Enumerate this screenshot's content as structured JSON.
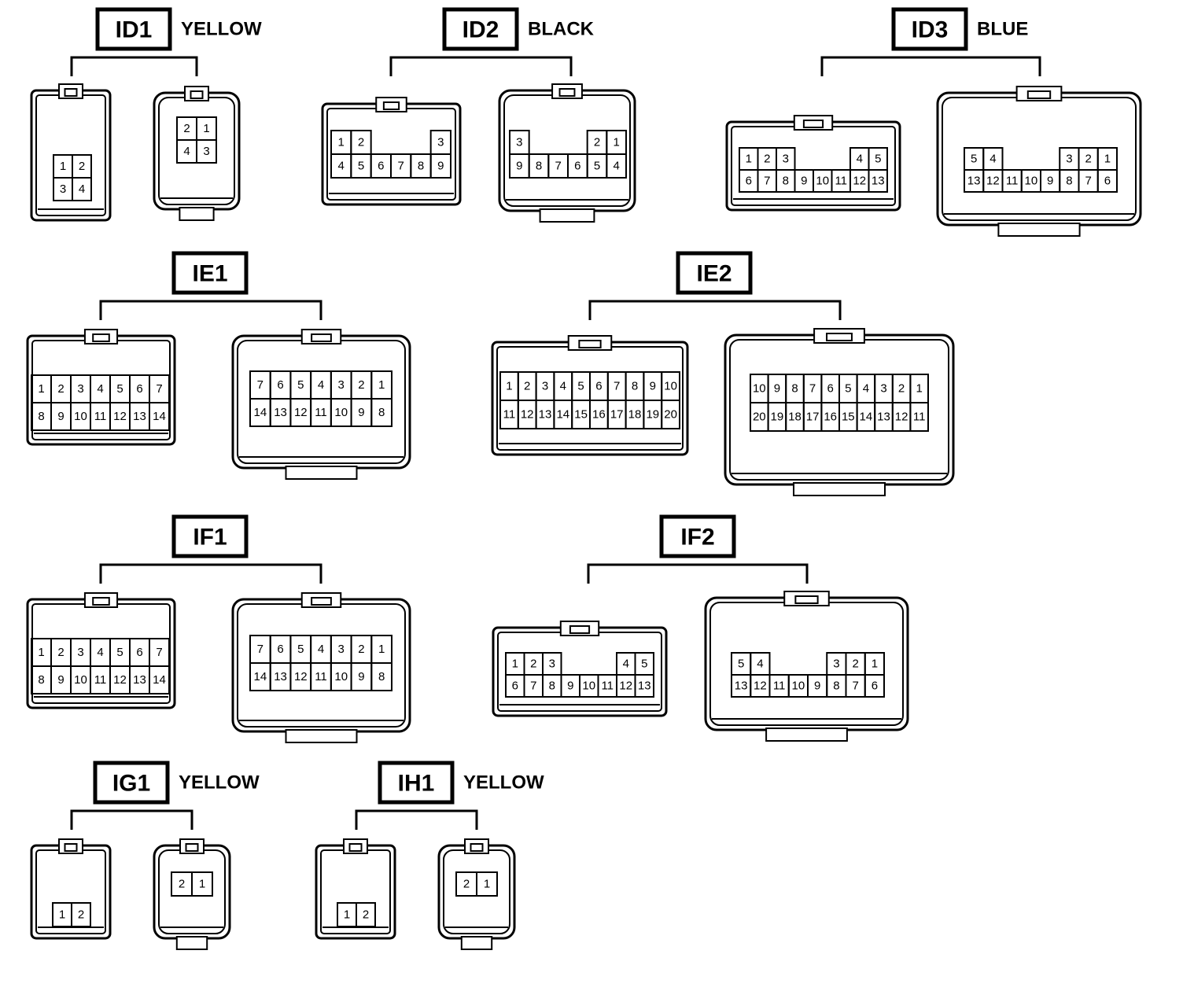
{
  "groups": [
    {
      "label": "ID1",
      "color": "YELLOW",
      "left": {
        "rows": [
          [
            "1",
            "2"
          ],
          [
            "3",
            "4"
          ]
        ]
      },
      "right": {
        "rows": [
          [
            "2",
            "1"
          ],
          [
            "4",
            "3"
          ]
        ]
      }
    },
    {
      "label": "ID2",
      "color": "BLACK",
      "left": {
        "rows": [
          [
            "1",
            "2",
            "",
            "3"
          ],
          [
            "4",
            "5",
            "6",
            "7",
            "8",
            "9"
          ]
        ]
      },
      "right": {
        "rows": [
          [
            "3",
            "",
            "2",
            "1"
          ],
          [
            "9",
            "8",
            "7",
            "6",
            "5",
            "4"
          ]
        ]
      }
    },
    {
      "label": "ID3",
      "color": "BLUE",
      "left": {
        "rows": [
          [
            "1",
            "2",
            "3",
            "",
            "4",
            "5"
          ],
          [
            "6",
            "7",
            "8",
            "9",
            "10",
            "11",
            "12",
            "13"
          ]
        ]
      },
      "right": {
        "rows": [
          [
            "5",
            "4",
            "",
            "3",
            "2",
            "1"
          ],
          [
            "13",
            "12",
            "11",
            "10",
            "9",
            "8",
            "7",
            "6"
          ]
        ]
      }
    },
    {
      "label": "IE1",
      "color": "",
      "left": {
        "rows": [
          [
            "1",
            "2",
            "3",
            "4",
            "5",
            "6",
            "7"
          ],
          [
            "8",
            "9",
            "10",
            "11",
            "12",
            "13",
            "14"
          ]
        ]
      },
      "right": {
        "rows": [
          [
            "7",
            "6",
            "5",
            "4",
            "3",
            "2",
            "1"
          ],
          [
            "14",
            "13",
            "12",
            "11",
            "10",
            "9",
            "8"
          ]
        ]
      }
    },
    {
      "label": "IE2",
      "color": "",
      "left": {
        "rows": [
          [
            "1",
            "2",
            "3",
            "4",
            "5",
            "6",
            "7",
            "8",
            "9",
            "10"
          ],
          [
            "11",
            "12",
            "13",
            "14",
            "15",
            "16",
            "17",
            "18",
            "19",
            "20"
          ]
        ]
      },
      "right": {
        "rows": [
          [
            "10",
            "9",
            "8",
            "7",
            "6",
            "5",
            "4",
            "3",
            "2",
            "1"
          ],
          [
            "20",
            "19",
            "18",
            "17",
            "16",
            "15",
            "14",
            "13",
            "12",
            "11"
          ]
        ]
      }
    },
    {
      "label": "IF1",
      "color": "",
      "left": {
        "rows": [
          [
            "1",
            "2",
            "3",
            "4",
            "5",
            "6",
            "7"
          ],
          [
            "8",
            "9",
            "10",
            "11",
            "12",
            "13",
            "14"
          ]
        ]
      },
      "right": {
        "rows": [
          [
            "7",
            "6",
            "5",
            "4",
            "3",
            "2",
            "1"
          ],
          [
            "14",
            "13",
            "12",
            "11",
            "10",
            "9",
            "8"
          ]
        ]
      }
    },
    {
      "label": "IF2",
      "color": "",
      "left": {
        "rows": [
          [
            "1",
            "2",
            "3",
            "",
            "4",
            "5"
          ],
          [
            "6",
            "7",
            "8",
            "9",
            "10",
            "11",
            "12",
            "13"
          ]
        ]
      },
      "right": {
        "rows": [
          [
            "5",
            "4",
            "",
            "3",
            "2",
            "1"
          ],
          [
            "13",
            "12",
            "11",
            "10",
            "9",
            "8",
            "7",
            "6"
          ]
        ]
      }
    },
    {
      "label": "IG1",
      "color": "YELLOW",
      "left": {
        "rows": [
          [
            "1",
            "2"
          ]
        ]
      },
      "right": {
        "rows": [
          [
            "2",
            "1"
          ]
        ]
      }
    },
    {
      "label": "IH1",
      "color": "YELLOW",
      "left": {
        "rows": [
          [
            "1",
            "2"
          ]
        ]
      },
      "right": {
        "rows": [
          [
            "2",
            "1"
          ]
        ]
      }
    }
  ]
}
